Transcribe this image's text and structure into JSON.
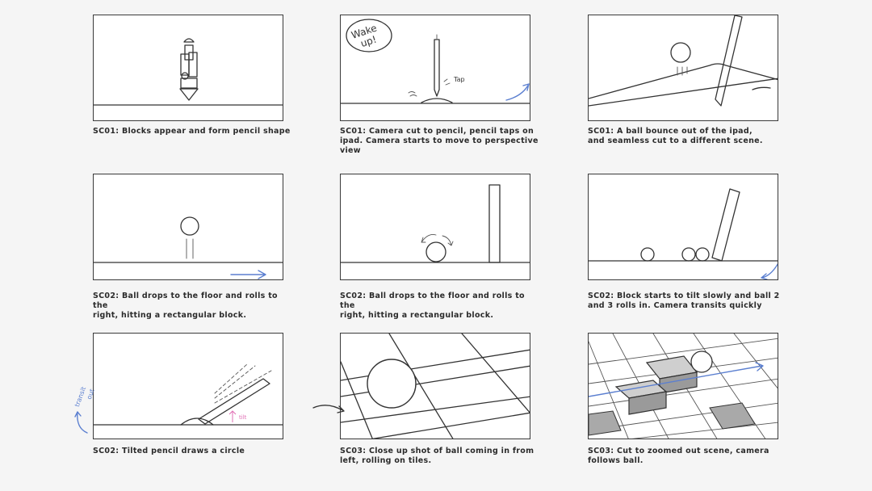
{
  "panels": [
    {
      "caption": "SC01: Blocks appear and form pencil shape",
      "annotations": []
    },
    {
      "caption": "SC01: Camera cut to pencil, pencil taps on\nipad. Camera starts to move to perspective\nview",
      "annotations": [
        "Wake\nup!",
        "Tap"
      ]
    },
    {
      "caption": "SC01: A ball bounce out of the ipad,\nand seamless cut to a different scene.",
      "annotations": []
    },
    {
      "caption": "SC02: Ball drops to the floor and rolls to the\nright, hitting a rectangular block.",
      "annotations": []
    },
    {
      "caption": "SC02: Ball drops to the floor and rolls to the\nright, hitting a rectangular block.",
      "annotations": []
    },
    {
      "caption": "SC02: Block starts to tilt slowly and ball 2\nand 3 rolls in. Camera transits quickly",
      "annotations": []
    },
    {
      "caption": "SC02: Tilted pencil draws a circle",
      "annotations": [
        "transit\nout",
        "tilt"
      ]
    },
    {
      "caption": "SC03: Close up shot of ball coming in from\nleft, rolling on tiles.",
      "annotations": []
    },
    {
      "caption": "SC03: Cut to zoomed out scene, camera\nfollows ball.",
      "annotations": []
    }
  ],
  "colors": {
    "background": "#f5f5f5",
    "ink": "#333333",
    "accent_blue": "#5b7fd0",
    "accent_pink": "#e06fb4",
    "tile_gray": "#a9a9a9"
  }
}
